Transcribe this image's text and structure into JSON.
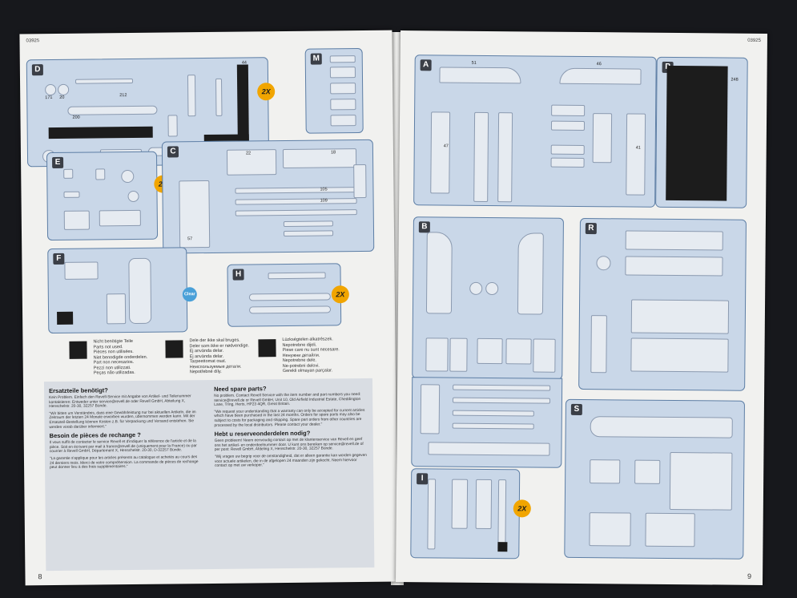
{
  "left_page": {
    "code": "03925",
    "page_number": "8",
    "sprues": {
      "D": {
        "label": "D",
        "badge": "2X"
      },
      "M": {
        "label": "M"
      },
      "E": {
        "label": "E",
        "badge": "2X"
      },
      "C": {
        "label": "C"
      },
      "F": {
        "label": "F",
        "badge": "Clear"
      },
      "H": {
        "label": "H",
        "badge": "2X"
      }
    },
    "legend": {
      "col1": [
        "Nicht benötigte Teile",
        "Parts not used.",
        "Pièces non utilisées.",
        "Niet benodigde onderdelen.",
        "Part non necesarios.",
        "Pezzi non utilizzati.",
        "Peças não utilizadas."
      ],
      "col2": [
        "Dele der ikke skal bruges.",
        "Deler som ikke er nødvendige.",
        "Ej använda delar.",
        "Ej använda delar.",
        "Tarpeettomat osat.",
        "Неиспользуемые детали.",
        "Nepotřebné díly."
      ],
      "col3": [
        "Lüzkségtelen alkatrészek.",
        "Nepotrebne dijeli.",
        "Piese care nu sunt necesare.",
        "Ненужни детайли.",
        "Nepotrebne dele.",
        "Ne-potrebni delovi.",
        "Gerekli olmayan parçalar."
      ]
    },
    "texts": {
      "de_title": "Ersatzteile benötigt?",
      "de_body": "Kein Problem. Einfach den Revell-Service mit Angabe von Artikel- und Teilenummer kontaktieren: Entweder unter service@revell.de oder Revell GmbH, Abteilung X, Henschelstr. 20-30, 32257 Bünde.",
      "de_body2": "\"Wir bitten um Verständnis, dass eine Gewährleistung nur bei aktuellen Artikeln, die im Zeitraum der letzten 24 Monate erworben wurden, übernommen werden kann. Mit der Ersatzteil-Bestellung können Kosten z.B. für Verpackung und Versand entstehen. Sie werden vorab darüber informiert.\"",
      "fr_title": "Besoin de pièces de rechange ?",
      "fr_body": "Il vous suffit de contacter le service Revell et d'indiquer la référence de l'article et de la pièce. Soit en écrivant par mail à france@revell.de (uniquement pour la France) ou par courrier à Revell GmbH, Département X, Henschelstr. 20-30, D-32257 Bünde.",
      "fr_body2": "\"La garantie s'applique pour les articles présents au catalogue et achetés au cours des 24 derniers mois. Merci de votre compréhension. La commande de pièces de rechange peut donner lieu à des frais supplémentaires.\"",
      "en_title": "Need spare parts?",
      "en_body": "No problem. Contact Revell Service with the item number and part numbers you need: service@revell.de or Revell GmbH, Unit 10, Old Airfield Industrial Estate, Cheddington Lane, Tring, Herts, HP23 4QR, Great Britain.",
      "en_body2": "\"We request your understanding that a warranty can only be accepted for current articles which have been purchased in the last 24 months. Orders for spare parts may also be subject to costs for packaging and shipping. Spare part orders from other countries are processed by the local distributors. Please contact your dealer.\"",
      "nl_title": "Hebt u reserveonderdelen nodig?",
      "nl_body": "Geen probleem! Neem eenvoudig contact op met de klantenservice van Revell en geef ons het artikel- en onderdeelnummer door. U kunt ons bereiken op service@revell.de of per post: Revell GmbH, Afdeling X, Henschelstr. 20-30, 32257 Bünde.",
      "nl_body2": "\"Wij vragen uw begrip voor de omstandigheid, dat er alleen garantie kan worden gegeven voor actuele artikelen, die in de afgelopen 24 maanden zijn gekocht. Neem hiervoor contact op met uw verkoper.\""
    }
  },
  "right_page": {
    "code": "03925",
    "page_number": "9",
    "sprues": {
      "A": {
        "label": "A"
      },
      "P": {
        "label": "P"
      },
      "B": {
        "label": "B"
      },
      "R": {
        "label": "R"
      },
      "S": {
        "label": "S"
      },
      "I": {
        "label": "I",
        "badge": "2X"
      }
    }
  },
  "colors": {
    "sprue_fill": "#c9d7e8",
    "sprue_border": "#5d7ea5",
    "badge": "#f1a500",
    "clear_badge": "#4aa0d8"
  }
}
